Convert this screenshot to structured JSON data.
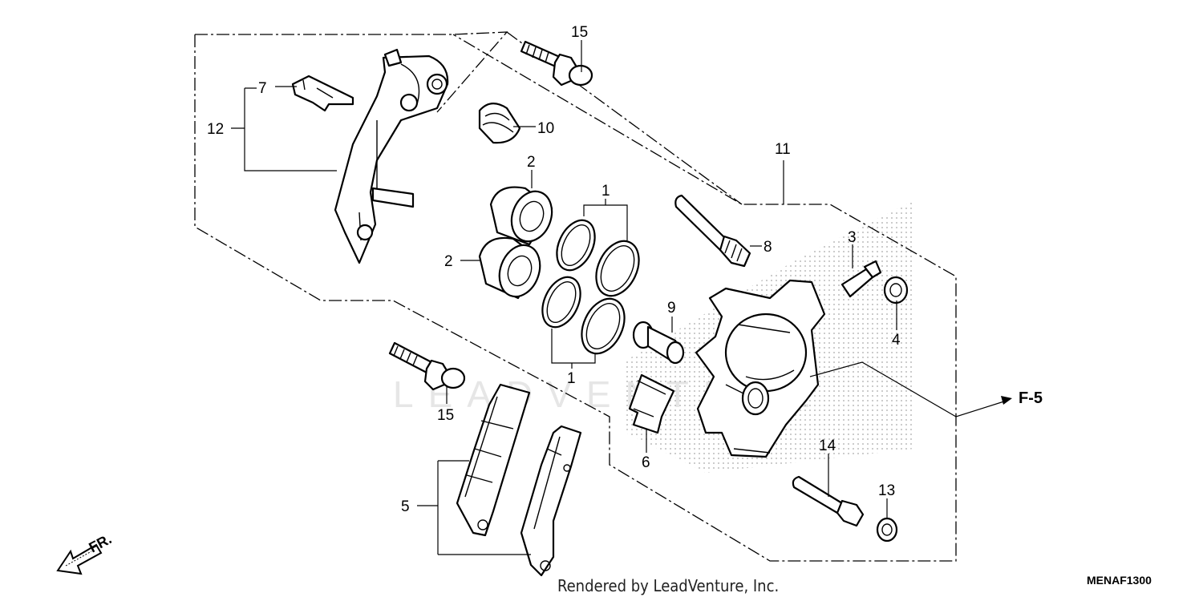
{
  "callouts": {
    "c1a": "1",
    "c1b": "1",
    "c2a": "2",
    "c2b": "2",
    "c3": "3",
    "c4": "4",
    "c5": "5",
    "c6": "6",
    "c7": "7",
    "c8": "8",
    "c9": "9",
    "c10": "10",
    "c11": "11",
    "c12": "12",
    "c13": "13",
    "c14": "14",
    "c15a": "15",
    "c15b": "15"
  },
  "reference": {
    "label": "F-5"
  },
  "direction": {
    "label": "FR.",
    "icon": "front-direction-arrow-icon"
  },
  "footer": {
    "rendered_by": "Rendered by LeadVenture, Inc."
  },
  "diagram_code": "MENAF1300",
  "watermark": {
    "text": "LEADVENTURE"
  }
}
